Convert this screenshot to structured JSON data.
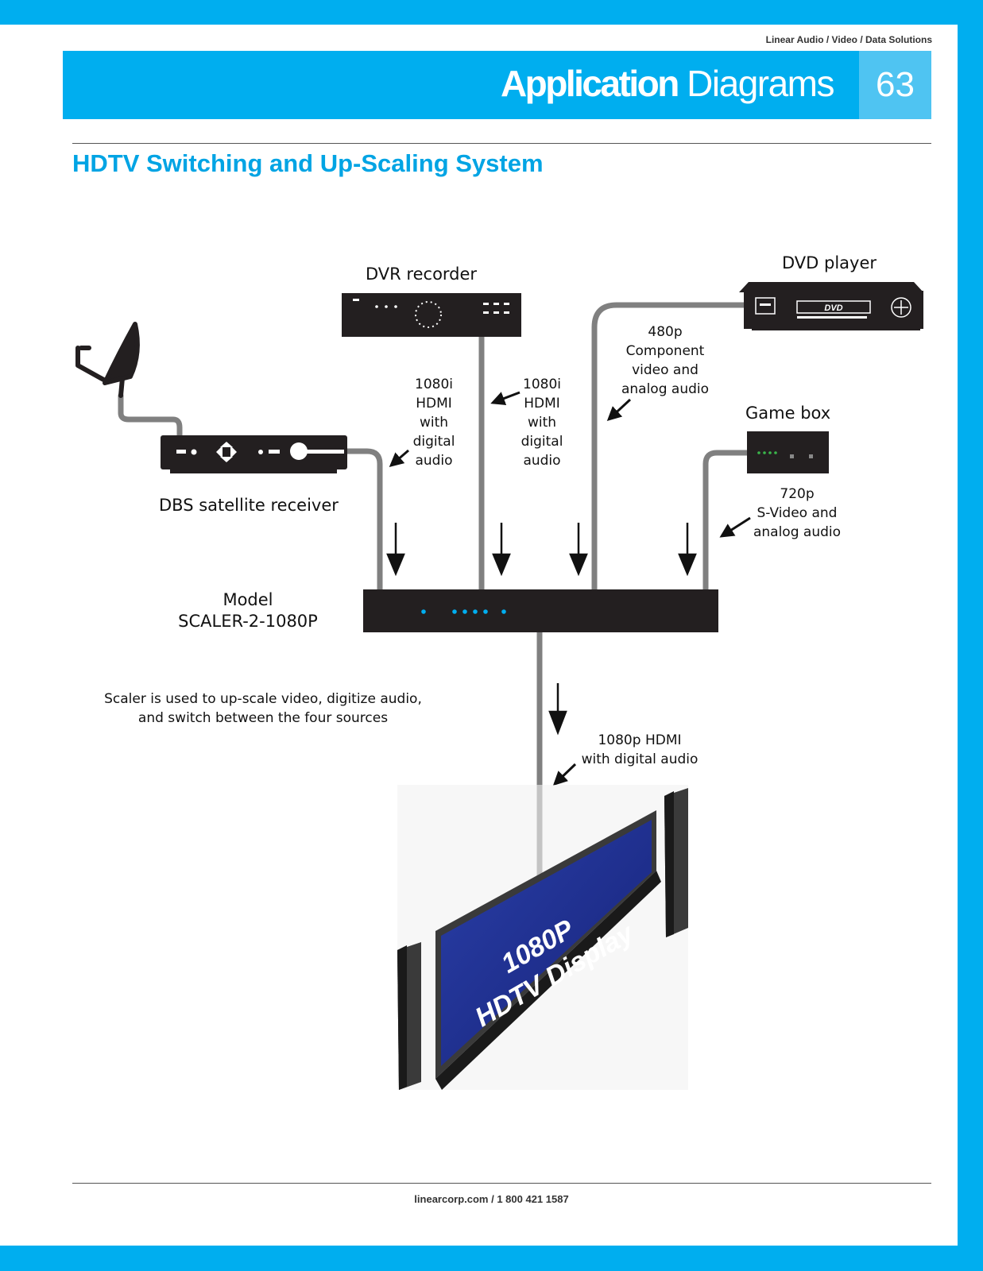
{
  "header": {
    "kicker": "Linear Audio / Video / Data Solutions",
    "title_bold": "Application",
    "title_light": "Diagrams",
    "page_number": "63"
  },
  "section_title": "HDTV Switching and Up-Scaling System",
  "devices": {
    "dvr": "DVR recorder",
    "dvd": "DVD player",
    "dvd_logo": "DVD",
    "game": "Game box",
    "dbs": "DBS satellite receiver",
    "scaler": "Model\nSCALER-2-1080P",
    "display": "1080P\nHDTV Display"
  },
  "signals": {
    "dbs_signal": "1080i\nHDMI\nwith\ndigital\naudio",
    "dvr_signal": "1080i\nHDMI\nwith\ndigital\naudio",
    "dvd_signal": "480p\nComponent\nvideo and\nanalog audio",
    "game_signal": "720p\nS-Video and\nanalog audio",
    "output_signal": "1080p HDMI\nwith digital audio"
  },
  "note": "Scaler is used to up-scale video, digitize audio,\nand switch between the four sources",
  "footer": "linearcorp.com / 1 800 421 1587",
  "colors": {
    "brand": "#00aeef",
    "cable": "#808080",
    "device": "#231f20",
    "screen": "#1f2f8c",
    "led_blue": "#00aeef",
    "led_green": "#3ab54a"
  }
}
